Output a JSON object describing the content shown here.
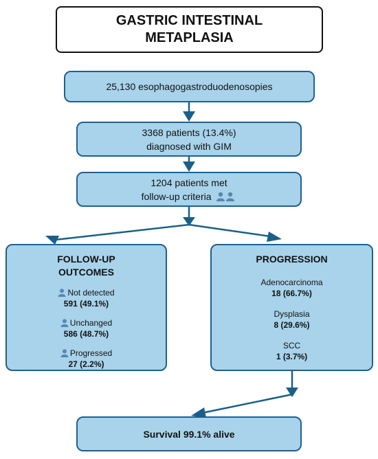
{
  "title": {
    "line1": "GASTRIC INTESTINAL",
    "line2": "METAPLASIA"
  },
  "steps": [
    {
      "line1": "25,130 esophagogastroduodenosopies"
    },
    {
      "line1": "3368 patients (13.4%)",
      "line2": "diagnosed with GIM"
    },
    {
      "line1": "1204 patients met",
      "line2": "follow-up criteria"
    }
  ],
  "follow_up": {
    "title_line1": "FOLLOW-UP",
    "title_line2": "OUTCOMES",
    "items": [
      {
        "label": "Not detected",
        "value": "591 (49.1%)"
      },
      {
        "label": "Unchanged",
        "value": "586 (48.7%)"
      },
      {
        "label": "Progressed",
        "value": "27 (2.2%)"
      }
    ]
  },
  "progression": {
    "title": "PROGRESSION",
    "items": [
      {
        "label": "Adenocarcinoma",
        "value": "18 (66.7%)"
      },
      {
        "label": "Dysplasia",
        "value": "8 (29.6%)"
      },
      {
        "label": "SCC",
        "value": "1 (3.7%)"
      }
    ]
  },
  "survival": {
    "text": "Survival 99.1% alive"
  },
  "colors": {
    "box_fill": "#a8d3eb",
    "box_border": "#1f5f8b",
    "arrow": "#1a5f8a",
    "person_icon": "#5b86ad"
  },
  "icons": [
    "people-icon",
    "person-icon",
    "arrow-icon"
  ]
}
